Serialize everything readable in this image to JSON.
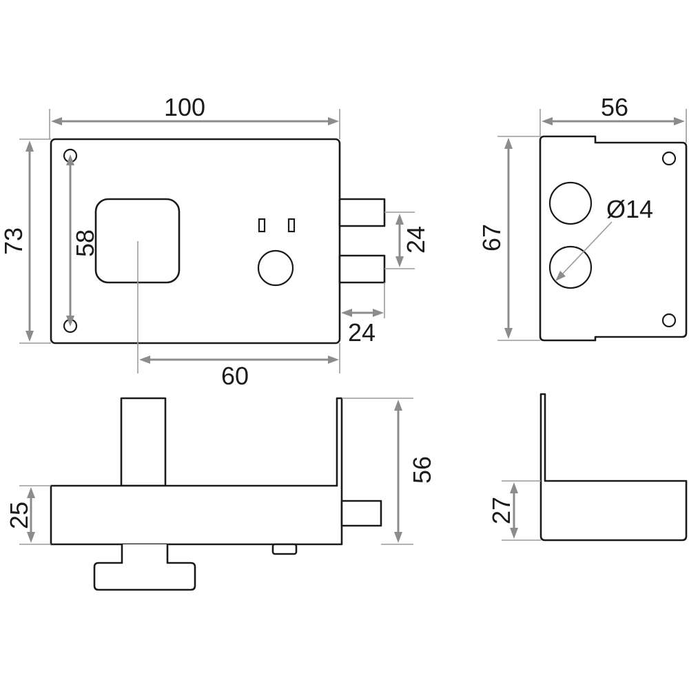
{
  "dimensions": {
    "front_width": "100",
    "front_height": "73",
    "hole_spacing": "58",
    "offset": "60",
    "bolt_spacing": "24",
    "bolt_projection": "24",
    "side_width": "56",
    "side_height": "67",
    "hole_diameter": "Ø14",
    "bottom_depth": "56",
    "bottom_body": "25",
    "side_bottom_height": "27"
  },
  "colors": {
    "outline": "#1a1a1a",
    "dimension_line": "#8c8c8c",
    "background": "#ffffff"
  }
}
